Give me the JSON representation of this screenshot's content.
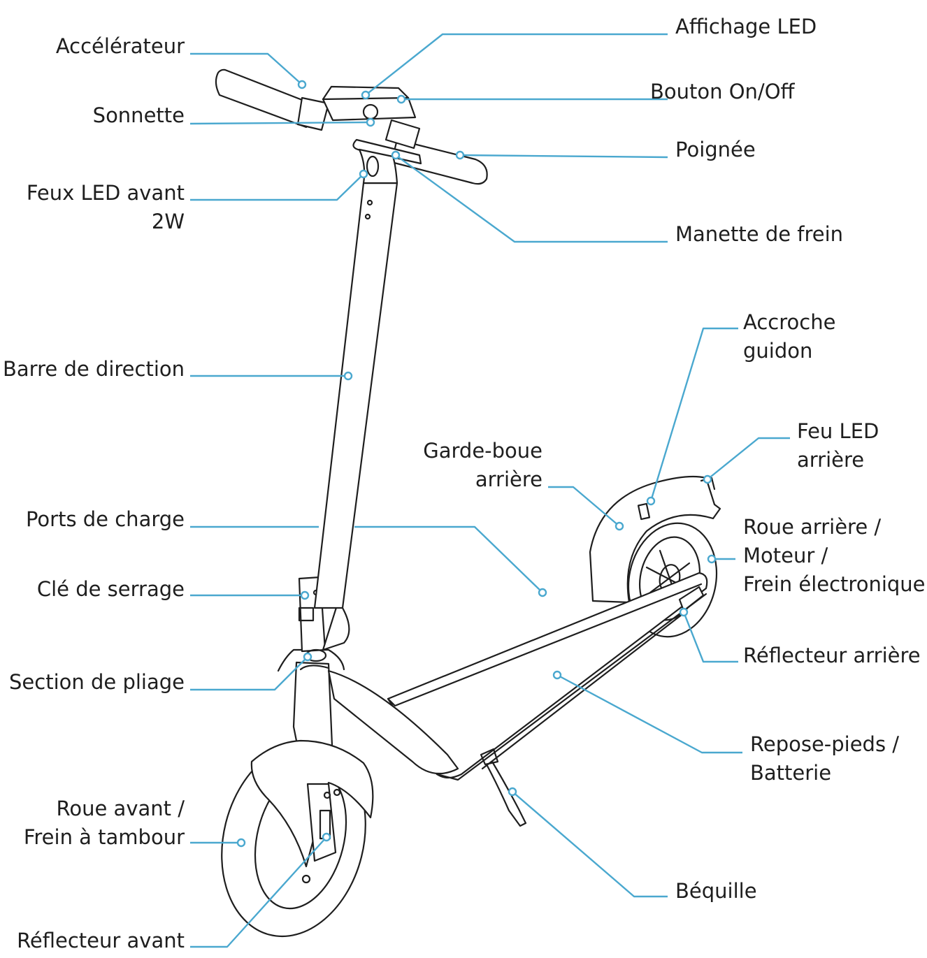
{
  "colors": {
    "leader": "#4aa8cf",
    "outline": "#1e1e1e",
    "background": "#ffffff"
  },
  "labels": {
    "accelerateur": "Accélérateur",
    "affichage_led": "Affichage LED",
    "bouton_on_off": "Bouton On/Off",
    "sonnette": "Sonnette",
    "poignee": "Poignée",
    "feux_led_avant_1": "Feux LED avant",
    "feux_led_avant_2": "2W",
    "manette_de_frein": "Manette de frein",
    "accroche_guidon_1": "Accroche",
    "accroche_guidon_2": "guidon",
    "barre_de_direction": "Barre de direction",
    "feu_led_arriere_1": "Feu LED",
    "feu_led_arriere_2": "arrière",
    "garde_boue_1": "Garde-boue",
    "garde_boue_2": "arrière",
    "ports_de_charge": "Ports de charge",
    "roue_arriere_1": "Roue arrière /",
    "roue_arriere_2": "Moteur /",
    "roue_arriere_3": "Frein électronique",
    "cle_de_serrage": "Clé de serrage",
    "reflecteur_arriere": "Réflecteur arrière",
    "section_de_pliage": "Section de pliage",
    "repose_pieds_1": "Repose-pieds /",
    "repose_pieds_2": "Batterie",
    "roue_avant_1": "Roue avant /",
    "roue_avant_2": "Frein à tambour",
    "bequille": "Béquille",
    "reflecteur_avant": "Réflecteur avant"
  }
}
